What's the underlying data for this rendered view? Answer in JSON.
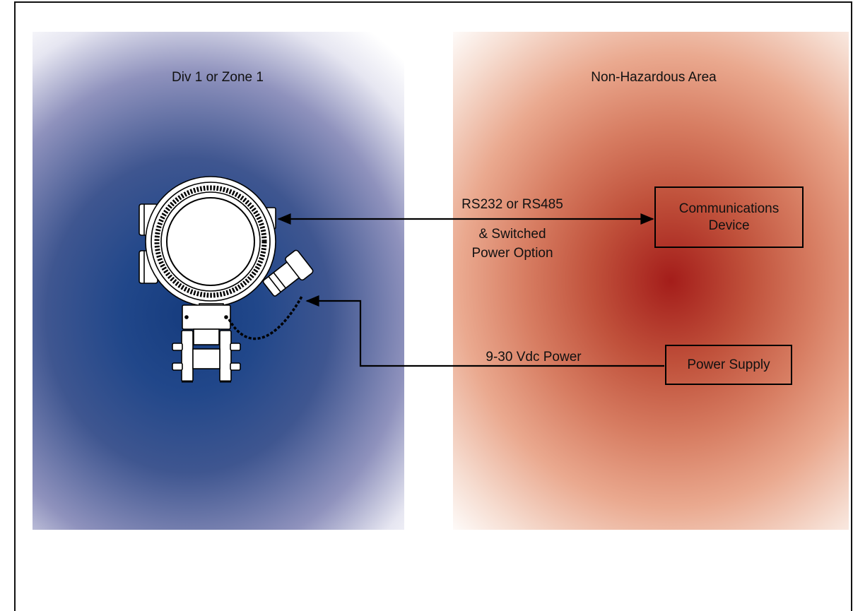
{
  "zones": {
    "hazardous": {
      "label": "Div 1 or Zone 1",
      "color": "#1f4486"
    },
    "safe": {
      "label": "Non-Hazardous Area",
      "color": "#b02a20"
    }
  },
  "links": {
    "comm_line1": "RS232 or RS485",
    "comm_line2": "& Switched",
    "comm_line3": "Power Option",
    "power": "9-30 Vdc Power"
  },
  "devices": {
    "comm_device_line1": "Communications",
    "comm_device_line2": "Device",
    "power_supply": "Power Supply",
    "transmitter_icon": "explosion-proof-transmitter-icon"
  }
}
